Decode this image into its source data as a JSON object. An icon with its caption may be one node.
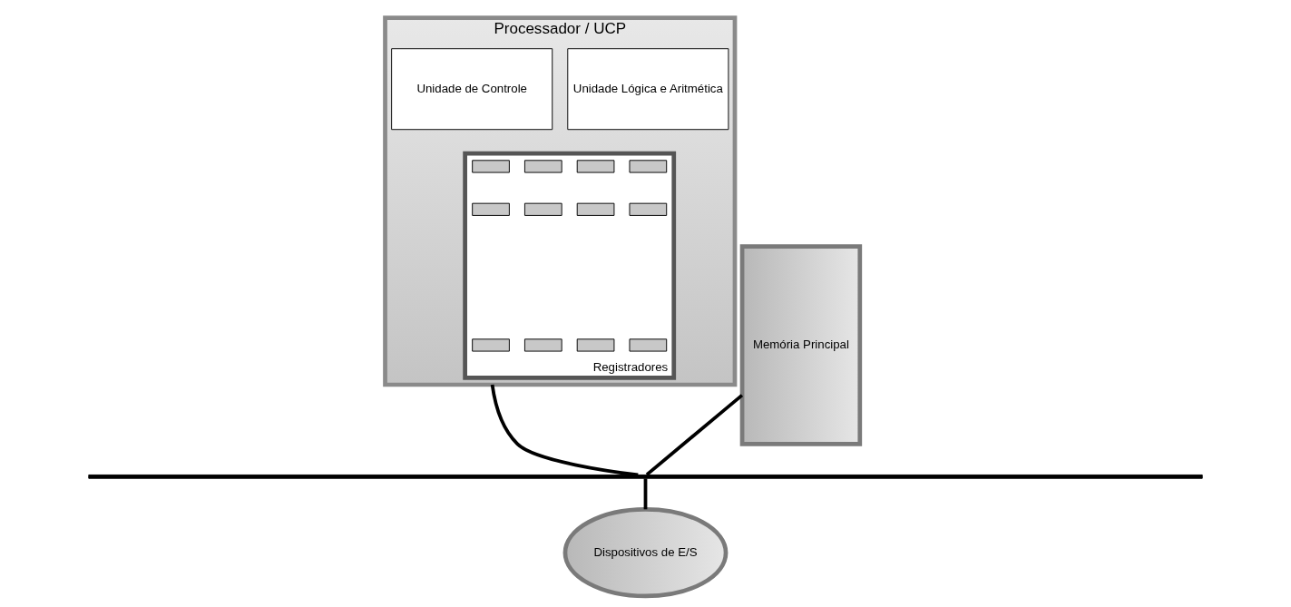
{
  "diagram": {
    "nodes": [
      {
        "text": [
          "Processador / UCP"
        ]
      },
      {
        "text": [
          "Unidade Lógica e Aritmética"
        ],
        "in": 0
      },
      {
        "text": [
          "Unidade de Controle"
        ],
        "in": 0
      },
      {
        "text": [
          "Registradores"
        ],
        "in": 0
      },
      {
        "text": [],
        "shape": "box",
        "in": 3
      },
      {
        "text": [],
        "shape": "box",
        "in": 3
      },
      {
        "text": [],
        "shape": "box",
        "in": 3
      },
      {
        "text": [],
        "shape": "box",
        "in": 3
      },
      {
        "text": [],
        "shape": "box",
        "in": 3
      },
      {
        "text": [],
        "shape": "box",
        "in": 3
      },
      {
        "text": [],
        "shape": "box",
        "in": 3
      },
      {
        "text": [],
        "shape": "box",
        "in": 3
      },
      {
        "text": [],
        "shape": "box",
        "in": 3
      },
      {
        "text": [],
        "shape": "box",
        "in": 3
      },
      {
        "text": [],
        "shape": "box",
        "in": 3
      },
      {
        "text": [],
        "shape": "box",
        "in": 3
      },
      {
        "text": [
          "Memória Principal"
        ]
      },
      {
        "text": [],
        "shape": "bar"
      },
      {
        "text": [
          "Dispositivos de E/S"
        ]
      }
    ],
    "edges": [
      {
        "from": 0,
        "to": 17,
        "arrow": "none"
      },
      {
        "from": 16,
        "to": 17,
        "arrow": "none"
      },
      {
        "from": 17,
        "to": 18,
        "arrow": "none"
      }
    ]
  }
}
